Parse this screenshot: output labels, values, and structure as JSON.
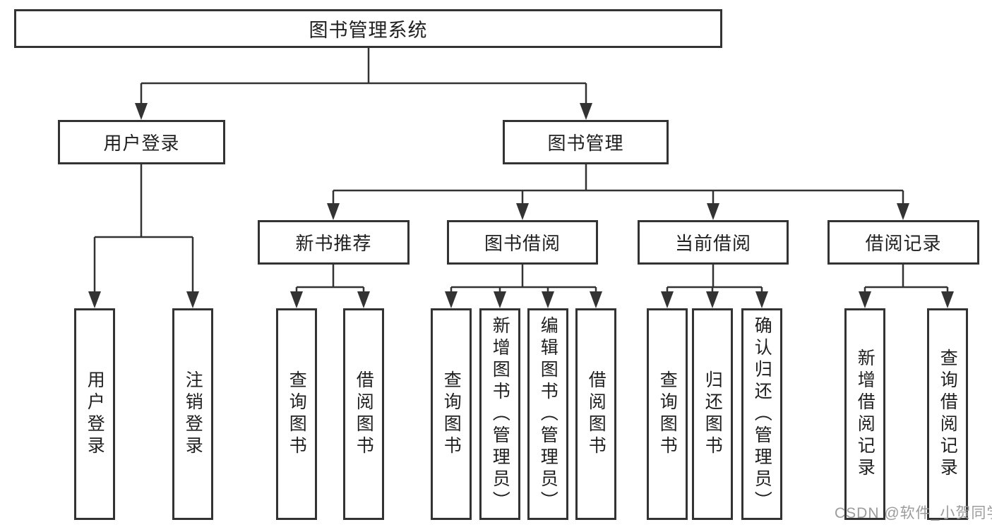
{
  "diagram": {
    "root": {
      "label": "图书管理系统"
    },
    "level2": [
      {
        "label": "用户登录"
      },
      {
        "label": "图书管理"
      }
    ],
    "level3": [
      {
        "label": "新书推荐"
      },
      {
        "label": "图书借阅"
      },
      {
        "label": "当前借阅"
      },
      {
        "label": "借阅记录"
      }
    ],
    "leaves": {
      "user_login": [
        {
          "label": "用户登录"
        },
        {
          "label": "注销登录"
        }
      ],
      "new_book_rec": [
        {
          "label": "查询图书"
        },
        {
          "label": "借阅图书"
        }
      ],
      "book_borrow": [
        {
          "label": "查询图书"
        },
        {
          "label": "新增图书（管理员）"
        },
        {
          "label": "编辑图书（管理员）"
        },
        {
          "label": "借阅图书"
        }
      ],
      "current_borrow": [
        {
          "label": "查询图书"
        },
        {
          "label": "归还图书"
        },
        {
          "label": "确认归还（管理员）"
        }
      ],
      "borrow_records": [
        {
          "label": "新增借阅记录"
        },
        {
          "label": "查询借阅记录"
        }
      ]
    }
  },
  "watermark": {
    "text": "CSDN @软件_小贺同学"
  },
  "colors": {
    "line": "#333333",
    "box_border": "#333333",
    "box_bg": "#ffffff",
    "text": "#1f1f1f",
    "watermark": "#9c9c9c"
  }
}
